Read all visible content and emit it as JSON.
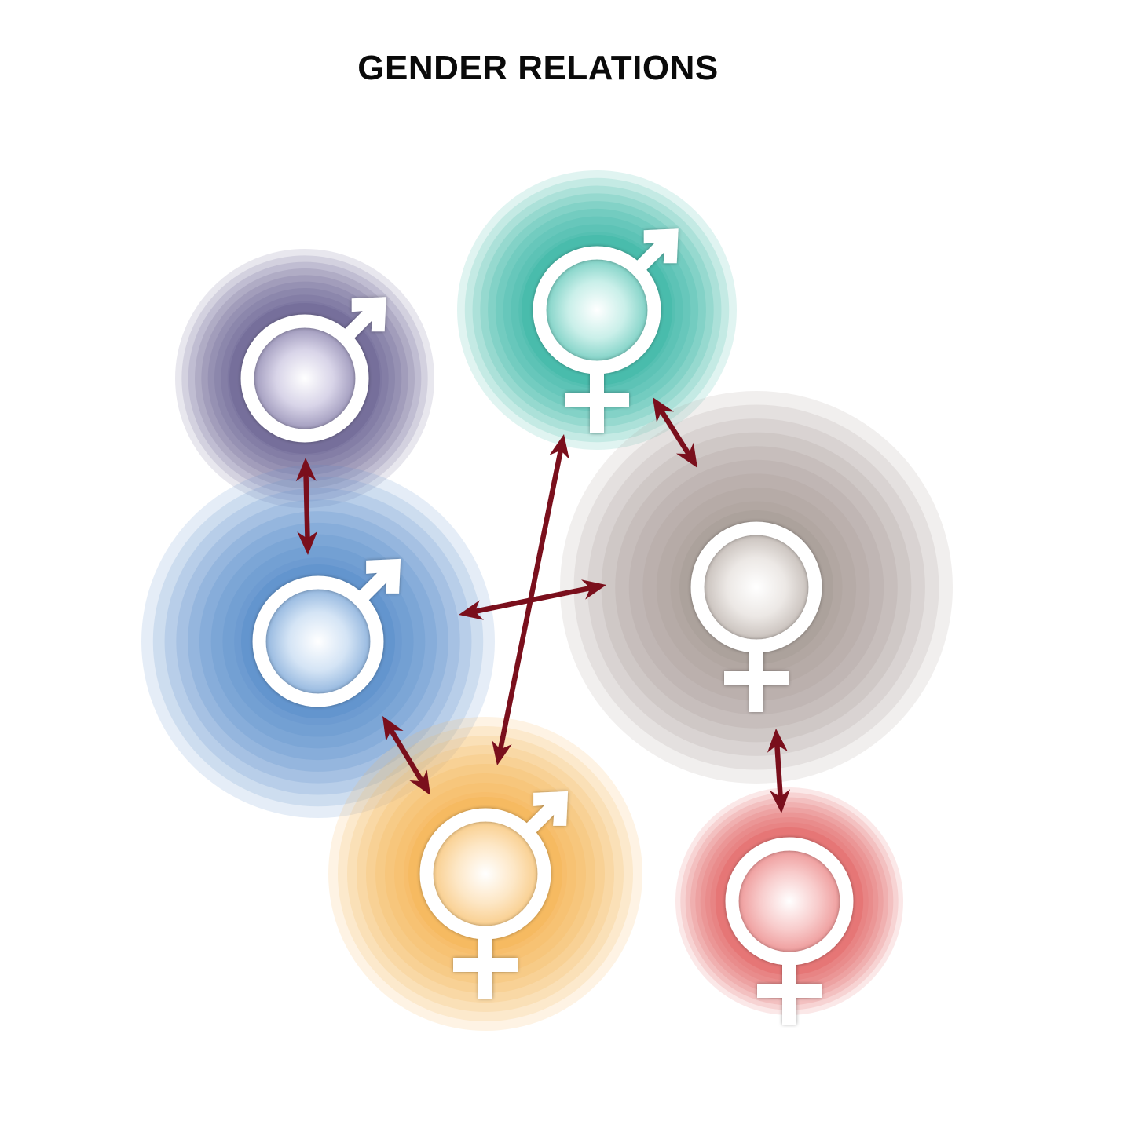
{
  "title": "GENDER RELATIONS",
  "nodes": [
    {
      "id": "purple",
      "symbol": "male",
      "color": "#6f6796",
      "light": "#d8d4e8"
    },
    {
      "id": "teal",
      "symbol": "male-female",
      "color": "#3fb8a8",
      "light": "#c9efe9"
    },
    {
      "id": "blue",
      "symbol": "male",
      "color": "#5b8fcc",
      "light": "#d4e4f5"
    },
    {
      "id": "gray",
      "symbol": "female",
      "color": "#a89e97",
      "light": "#ece8e5"
    },
    {
      "id": "orange",
      "symbol": "male-female",
      "color": "#f6b75a",
      "light": "#fde7c6"
    },
    {
      "id": "red",
      "symbol": "female",
      "color": "#e56f6f",
      "light": "#f8cccc"
    }
  ],
  "relations": [
    {
      "from": "purple",
      "to": "blue"
    },
    {
      "from": "teal",
      "to": "gray"
    },
    {
      "from": "teal",
      "to": "orange"
    },
    {
      "from": "blue",
      "to": "gray"
    },
    {
      "from": "blue",
      "to": "orange"
    },
    {
      "from": "gray",
      "to": "red"
    }
  ],
  "arrow_color": "#7a0f1c",
  "symbol_color": "#ffffff"
}
